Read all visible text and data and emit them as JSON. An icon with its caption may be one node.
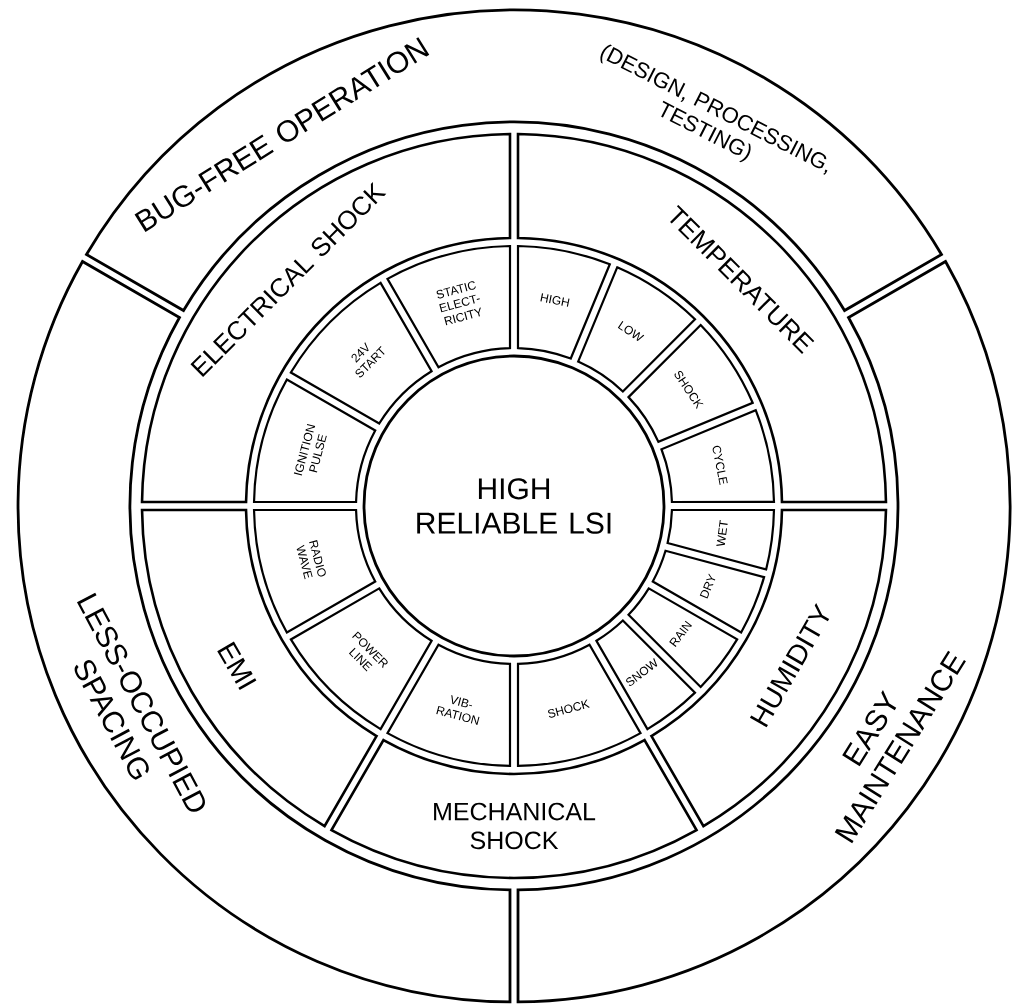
{
  "diagram": {
    "nodes": [
      {
        "text": [
          "BUG-FREE OPERATION",
          "(DESIGN, PROCESSING, TESTING)"
        ]
      },
      {
        "text": [
          "ELECTRICAL SHOCK"
        ]
      },
      {
        "text": [
          "TEMPERATURE"
        ]
      },
      {
        "text": [
          "STATIC ELECT- RICITY"
        ]
      },
      {
        "text": [
          "24V START"
        ]
      },
      {
        "text": [
          "HIGH"
        ]
      },
      {
        "text": [
          "LOW"
        ]
      },
      {
        "text": [
          "IGNITION PULSE"
        ]
      },
      {
        "text": [
          "SHOCK"
        ]
      },
      {
        "text": [
          "HIGH RELIABLE LSI"
        ]
      },
      {
        "text": [
          "CYCLE"
        ]
      },
      {
        "text": [
          "LESS-OCCUPIED SPACING"
        ]
      },
      {
        "text": [
          "EMI"
        ]
      },
      {
        "text": [
          "RADIO WAVE"
        ]
      },
      {
        "text": [
          "WET"
        ]
      },
      {
        "text": [
          "HUMIDITY"
        ]
      },
      {
        "text": [
          "POWER LINE"
        ]
      },
      {
        "text": [
          "DRY"
        ]
      },
      {
        "text": [
          "RAIN"
        ]
      },
      {
        "text": [
          "VIB- RATION"
        ]
      },
      {
        "text": [
          "SHOCK"
        ]
      },
      {
        "text": [
          "SNOW"
        ]
      },
      {
        "text": [
          "MECHANICAL SHOCK"
        ]
      },
      {
        "text": [
          "EASY MAINTENANCE"
        ]
      }
    ]
  }
}
